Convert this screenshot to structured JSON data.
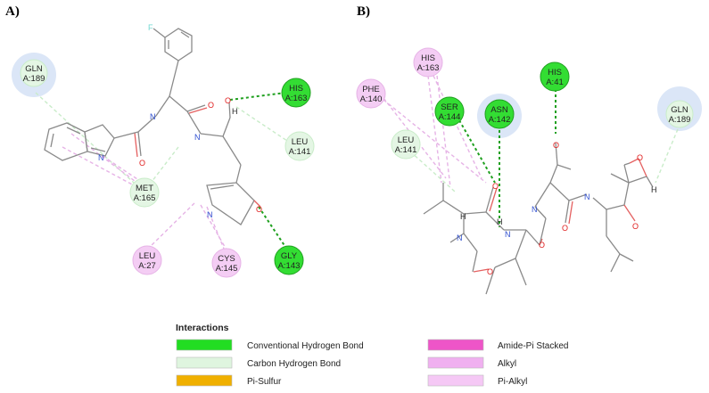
{
  "panels": {
    "a_label": "A)",
    "b_label": "B)"
  },
  "residues_a": [
    {
      "id": "gln189",
      "line1": "GLN",
      "line2": "A:189",
      "type": "carbon_hbond"
    },
    {
      "id": "his163",
      "line1": "HIS",
      "line2": "A:163",
      "type": "conventional_hbond"
    },
    {
      "id": "leu141",
      "line1": "LEU",
      "line2": "A:141",
      "type": "carbon_hbond"
    },
    {
      "id": "met165",
      "line1": "MET",
      "line2": "A:165",
      "type": "carbon_hbond"
    },
    {
      "id": "leu27",
      "line1": "LEU",
      "line2": "A:27",
      "type": "alkyl"
    },
    {
      "id": "cys145",
      "line1": "CYS",
      "line2": "A:145",
      "type": "alkyl"
    },
    {
      "id": "gly143",
      "line1": "GLY",
      "line2": "A:143",
      "type": "conventional_hbond"
    }
  ],
  "residues_b": [
    {
      "id": "his163",
      "line1": "HIS",
      "line2": "A:163",
      "type": "alkyl"
    },
    {
      "id": "his41",
      "line1": "HIS",
      "line2": "A:41",
      "type": "conventional_hbond"
    },
    {
      "id": "phe140",
      "line1": "PHE",
      "line2": "A:140",
      "type": "alkyl"
    },
    {
      "id": "ser144",
      "line1": "SER",
      "line2": "A:144",
      "type": "conventional_hbond"
    },
    {
      "id": "asn142",
      "line1": "ASN",
      "line2": "A:142",
      "type": "conventional_hbond"
    },
    {
      "id": "gln189",
      "line1": "GLN",
      "line2": "A:189",
      "type": "carbon_hbond"
    },
    {
      "id": "leu141",
      "line1": "LEU",
      "line2": "A:141",
      "type": "carbon_hbond"
    }
  ],
  "atoms": {
    "oxygen": "O",
    "nitrogen": "N",
    "hydrogen": "H",
    "fluorine": "F"
  },
  "legend": {
    "title": "Interactions",
    "items": [
      {
        "label": "Conventional Hydrogen Bond",
        "color": "#22dd22"
      },
      {
        "label": "Carbon Hydrogen Bond",
        "color": "#dff5df"
      },
      {
        "label": "Pi-Sulfur",
        "color": "#f0b000"
      },
      {
        "label": "Amide-Pi Stacked",
        "color": "#ee55c8"
      },
      {
        "label": "Alkyl",
        "color": "#f0b0f0"
      },
      {
        "label": "Pi-Alkyl",
        "color": "#f5c8f5"
      }
    ]
  },
  "colors": {
    "conventional_hbond": "#33dd33",
    "conventional_hbond_dark": "#1fa01f",
    "carbon_hbond": "#e4f6e4",
    "carbon_hbond_line": "#c9ecc9",
    "alkyl": "#f4cdf4",
    "alkyl_line": "#e6b3e6",
    "halo": "#dbe6f7",
    "bond": "#8a8a8a"
  }
}
